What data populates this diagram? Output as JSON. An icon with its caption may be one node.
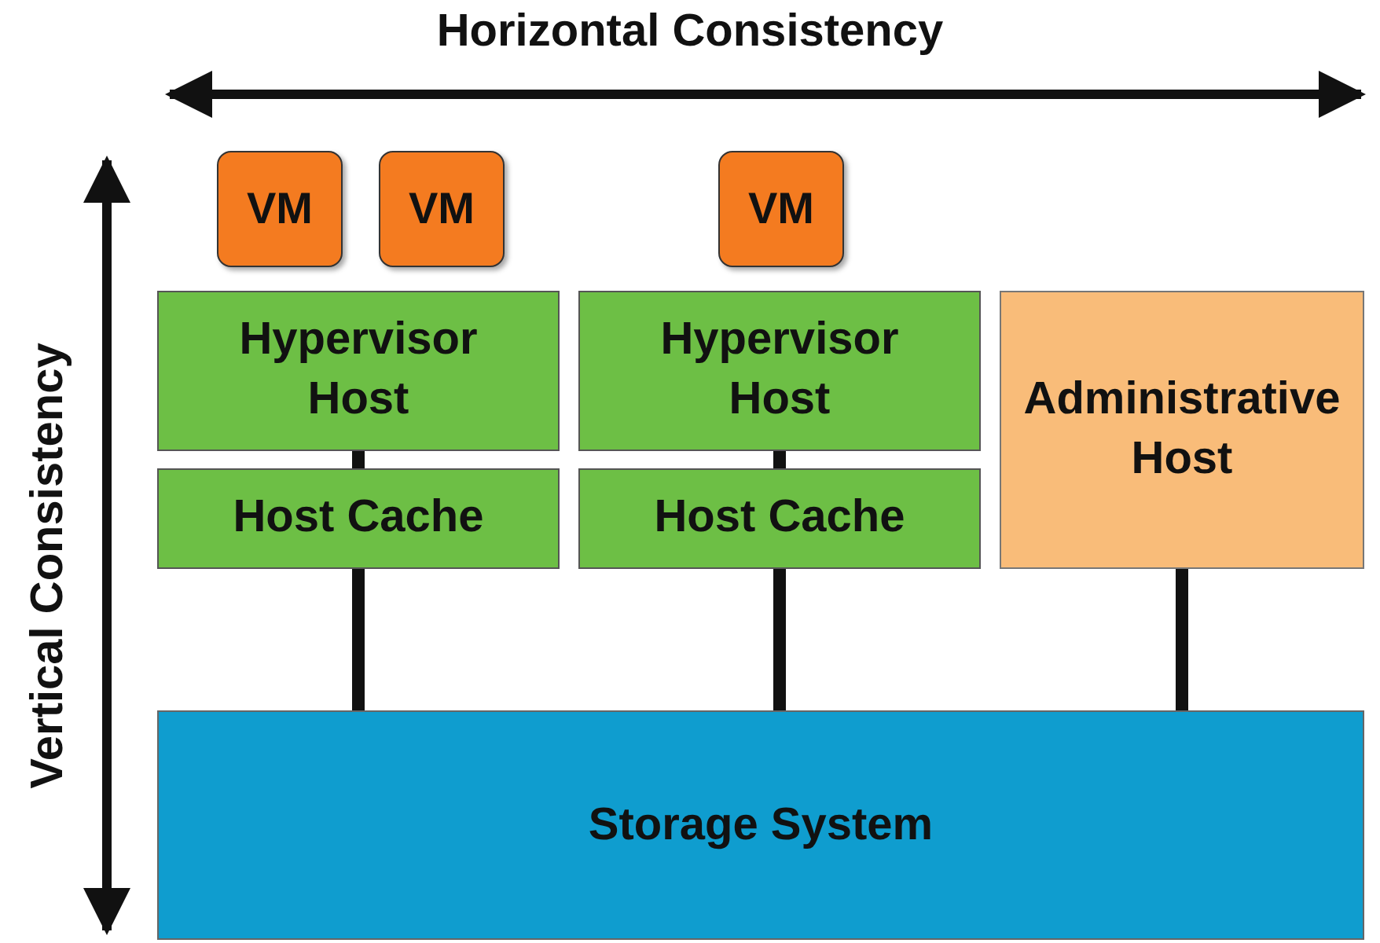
{
  "diagram": {
    "nodes": [
      {
        "text": [
          "VM"
        ]
      },
      {
        "text": [
          "VM"
        ]
      },
      {
        "text": [
          "VM"
        ]
      },
      {
        "text": [
          "Hypervisor Host"
        ]
      },
      {
        "text": [
          "Host Cache"
        ]
      },
      {
        "text": [
          "Hypervisor Host"
        ]
      },
      {
        "text": [
          "Host Cache"
        ]
      },
      {
        "text": [
          "Administrative Host"
        ]
      },
      {
        "text": [
          "Storage System"
        ]
      }
    ],
    "edges": [
      {
        "from": 3,
        "to": 4,
        "arrow": "none"
      },
      {
        "from": 4,
        "to": 8,
        "arrow": "none"
      },
      {
        "from": 5,
        "to": 6,
        "arrow": "none"
      },
      {
        "from": 6,
        "to": 8,
        "arrow": "none"
      },
      {
        "from": 7,
        "to": 8,
        "arrow": "none"
      }
    ],
    "labels": [
      "Horizontal Consistency",
      "Vertical Consistency"
    ]
  }
}
